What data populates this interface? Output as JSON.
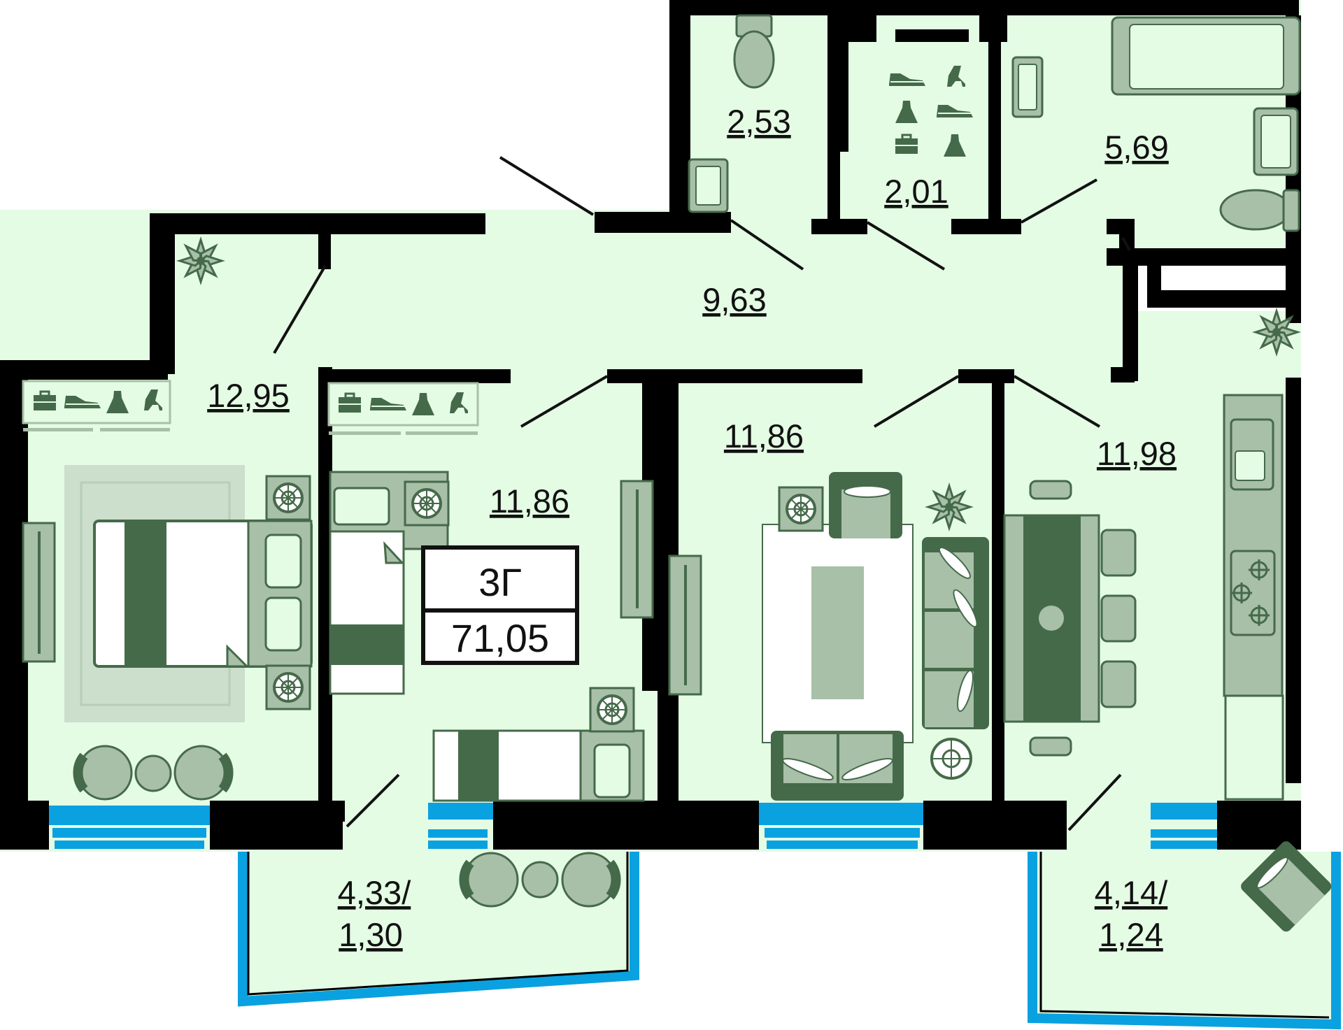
{
  "colors": {
    "floor": "#e4fbe4",
    "wall": "#000000",
    "window": "#0aa1e0",
    "furniture_light": "#a8bfa8",
    "furniture_dark": "#456a4a",
    "rug": "#ccdecc"
  },
  "apartment": {
    "type_code": "3Г",
    "total_area": "71,05"
  },
  "rooms": {
    "bedroom_left": "12,95",
    "bedroom_middle": "11,86",
    "living_room": "11,86",
    "kitchen": "11,98",
    "hallway": "9,63",
    "toilet": "2,53",
    "wardrobe": "2,01",
    "bathroom": "5,69"
  },
  "balconies": {
    "left": {
      "line1": "4,33/",
      "line2": "1,30"
    },
    "right": {
      "line1": "4,14/",
      "line2": "1,24"
    }
  },
  "icons": [
    "plant-icon",
    "toilet-icon",
    "sink-icon",
    "bathtub-icon",
    "shoe-icon",
    "high-heel-icon",
    "dress-icon",
    "briefcase-icon",
    "bed-icon",
    "armchair-icon",
    "sofa-icon",
    "stove-icon",
    "dining-table-icon",
    "radiator-icon",
    "lamp-icon",
    "washer-icon"
  ]
}
